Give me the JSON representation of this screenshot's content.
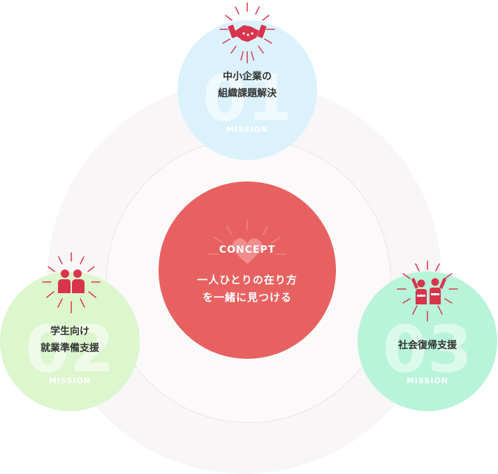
{
  "concept": {
    "label": "CONCEPT",
    "line1": "一人ひとりの在り方",
    "line2": "を一緒に見つける",
    "icon": "heart-icon"
  },
  "missions": [
    {
      "number": "01",
      "title_line1": "中小企業の",
      "title_line2": "組織課題解決",
      "caption": "MISSION",
      "icon": "handshake-icon",
      "color": "#dbf2fc"
    },
    {
      "number": "02",
      "title_line1": "学生向け",
      "title_line2": "就業準備支援",
      "caption": "MISSION",
      "icon": "students-icon",
      "color": "#dcf6cd"
    },
    {
      "number": "03",
      "title_line1": "社会復帰支援",
      "title_line2": "",
      "caption": "MISSION",
      "icon": "celebration-icon",
      "color": "#b8f4d9"
    }
  ],
  "colors": {
    "accent": "#e86161",
    "icon_red": "#d8344c"
  }
}
